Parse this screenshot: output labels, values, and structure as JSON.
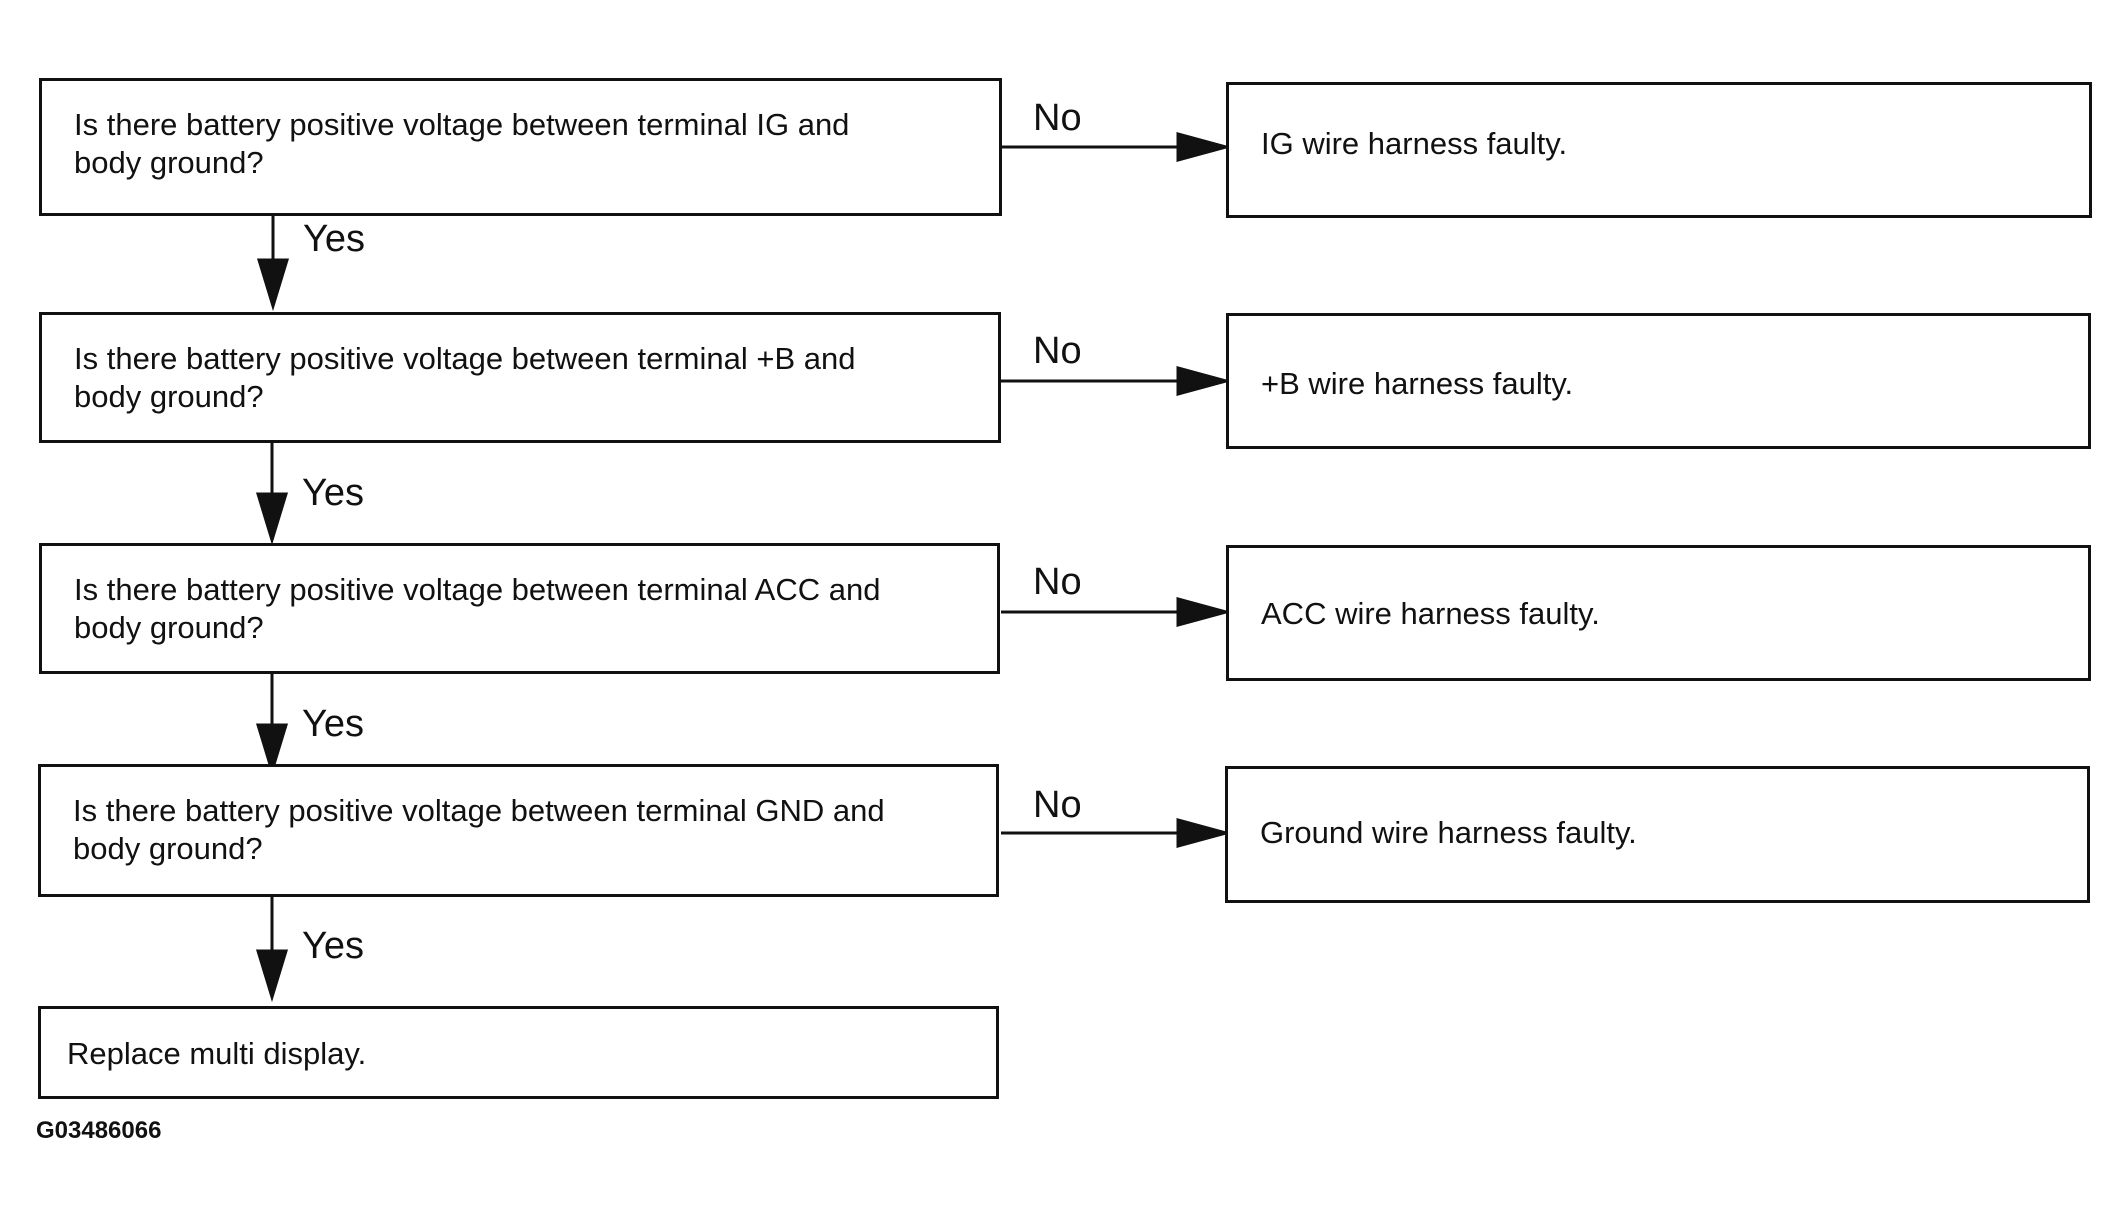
{
  "questions": [
    {
      "text": "Is there battery positive voltage between terminal IG and\nbody ground?",
      "no_label": "No",
      "yes_label": "Yes",
      "result": "IG wire harness faulty."
    },
    {
      "text": "Is there battery positive voltage between terminal +B and\nbody ground?",
      "no_label": "No",
      "yes_label": "Yes",
      "result": "+B wire harness faulty."
    },
    {
      "text": "Is there battery positive voltage between terminal ACC and\nbody ground?",
      "no_label": "No",
      "yes_label": "Yes",
      "result": "ACC wire harness faulty."
    },
    {
      "text": "Is there battery positive voltage between terminal GND and\nbody ground?",
      "no_label": "No",
      "yes_label": "Yes",
      "result": "Ground wire harness faulty."
    }
  ],
  "final_action": "Replace multi display.",
  "figure_id": "G03486066"
}
